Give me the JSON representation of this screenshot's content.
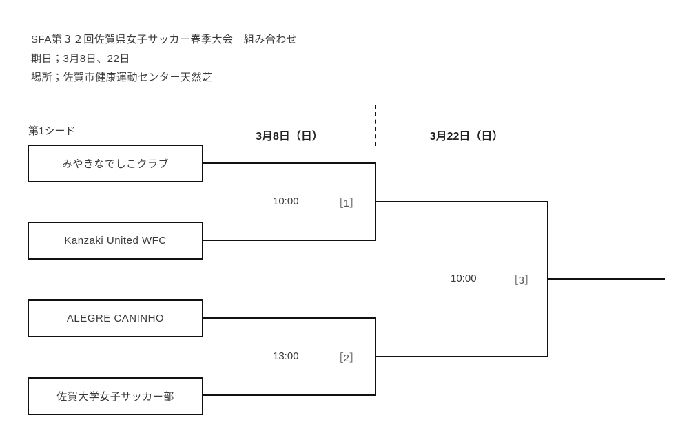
{
  "page": {
    "title": "SFA第３２回佐賀県女子サッカー春季大会　組み合わせ",
    "date_line": "期日；3月8日、22日",
    "venue_line": "場所；佐賀市健康運動センター天然芝"
  },
  "bracket": {
    "seed_label": "第1シード",
    "round1_header": "3月8日（日）",
    "round2_header": "3月22日（日）",
    "teams": [
      "みやきなでしこクラブ",
      "Kanzaki United WFC",
      "ALEGRE CANINHO",
      "佐賀大学女子サッカー部"
    ],
    "matches": [
      {
        "time": "10:00",
        "number": "［1］"
      },
      {
        "time": "13:00",
        "number": "［2］"
      },
      {
        "time": "10:00",
        "number": "［3］"
      }
    ]
  },
  "colors": {
    "background": "#ffffff",
    "line": "#111111",
    "text": "#3a3a3a"
  }
}
